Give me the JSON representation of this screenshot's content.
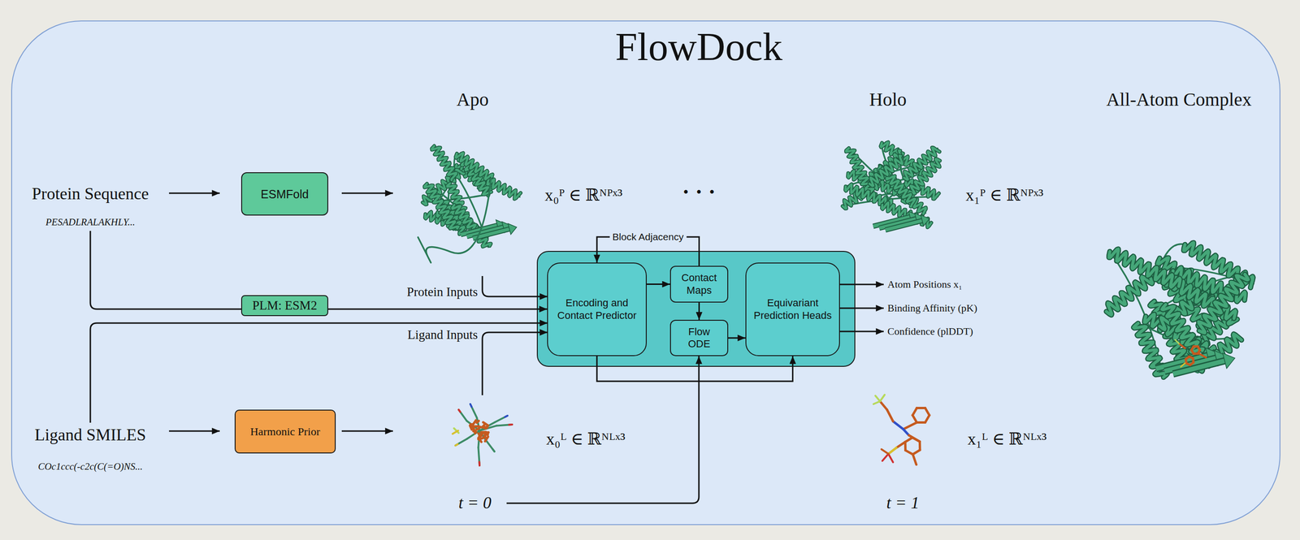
{
  "diagram": {
    "title": "FlowDock",
    "nodes": [
      {
        "text": [
          "ESMFold"
        ]
      },
      {
        "text": [
          "PLM: ESM2"
        ]
      },
      {
        "text": [
          "Encoding and Contact Predictor"
        ]
      },
      {
        "text": [
          "Contact Maps"
        ]
      },
      {
        "text": [
          "Flow ODE"
        ]
      },
      {
        "text": [
          "Equivariant Prediction Heads"
        ]
      },
      {
        "text": [
          "Harmonic Prior"
        ]
      }
    ],
    "edges": [
      {
        "from": 1,
        "to": 2,
        "arrow": "to"
      },
      {
        "from": 2,
        "to": 3,
        "arrow": "to"
      },
      {
        "from": 3,
        "to": 4,
        "arrow": "to"
      },
      {
        "from": 4,
        "to": 5,
        "arrow": "to"
      },
      {
        "from": 3,
        "to": 2,
        "label": "Block Adjacency",
        "arrow": "to"
      },
      {
        "from": 2,
        "to": 5,
        "arrow": "to"
      }
    ],
    "labels": [
      "Apo",
      "Holo",
      "All-Atom Complex",
      "Protein Sequence",
      "PESADLRALAKHLY...",
      "x₀ᴾ ∈ ℝᴺᴾˣ³",
      "· · ·",
      "x₁ᴾ ∈ ℝᴺᴾˣ³",
      "Protein Inputs",
      "Ligand Inputs",
      "Atom Positions x₁",
      "Binding Affinity (pK)",
      "Confidence (plDDT)",
      "Ligand SMILES",
      "COc1ccc(-c2c(C(=O)NS...",
      "x₀ᴸ ∈ ℝᴺᴸˣ³",
      "x₁ᴸ ∈ ℝᴺᴸˣ³",
      "t = 0",
      "t = 1"
    ]
  }
}
